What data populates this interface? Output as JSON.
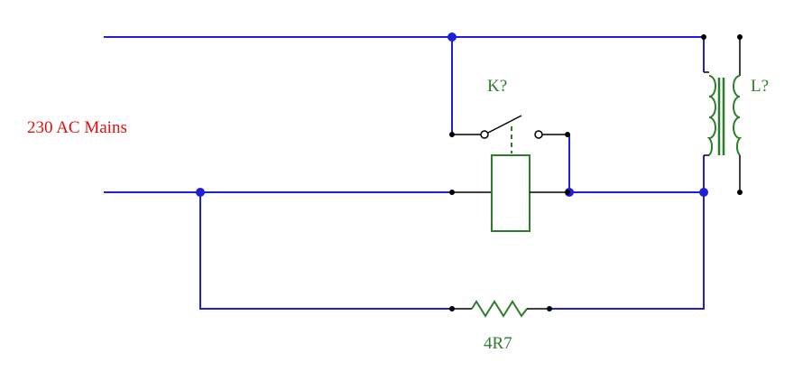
{
  "labels": {
    "source": "230 AC Mains",
    "relay": "K?",
    "inductor": "L?",
    "resistor": "4R7"
  },
  "colors": {
    "wire": "#1f1fd6",
    "component": "#2d7d2d",
    "source_label": "#e01010",
    "pin": "#000000",
    "background": "#ffffff"
  }
}
